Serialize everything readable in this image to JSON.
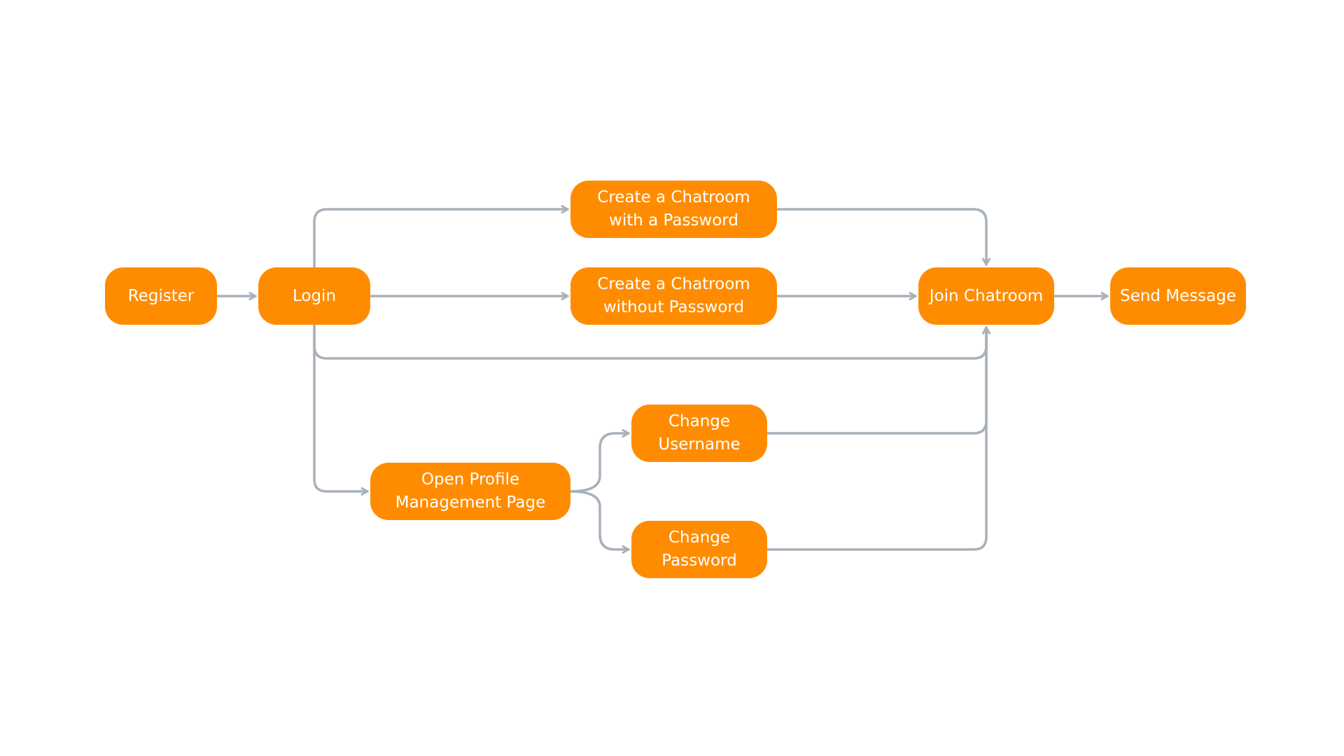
{
  "theme": {
    "node_fill": "#FF8C00",
    "node_text": "#FFFFFF",
    "connector": "#A8B1BA",
    "background": "#FFFFFF"
  },
  "nodes": {
    "register": "Register",
    "login": "Login",
    "create_with_password": "Create a Chatroom\nwith a Password",
    "create_without_password": "Create a Chatroom\nwithout Password",
    "join_chatroom": "Join Chatroom",
    "send_message": "Send Message",
    "open_profile": "Open Profile\nManagement Page",
    "change_username": "Change\nUsername",
    "change_password": "Change\nPassword"
  },
  "edges": [
    {
      "from": "register",
      "to": "login"
    },
    {
      "from": "login",
      "to": "create_with_password"
    },
    {
      "from": "login",
      "to": "create_without_password"
    },
    {
      "from": "login",
      "to": "join_chatroom"
    },
    {
      "from": "login",
      "to": "open_profile"
    },
    {
      "from": "create_with_password",
      "to": "join_chatroom"
    },
    {
      "from": "create_without_password",
      "to": "join_chatroom"
    },
    {
      "from": "open_profile",
      "to": "change_username"
    },
    {
      "from": "open_profile",
      "to": "change_password"
    },
    {
      "from": "change_username",
      "to": "join_chatroom"
    },
    {
      "from": "change_password",
      "to": "join_chatroom"
    },
    {
      "from": "join_chatroom",
      "to": "send_message"
    }
  ]
}
